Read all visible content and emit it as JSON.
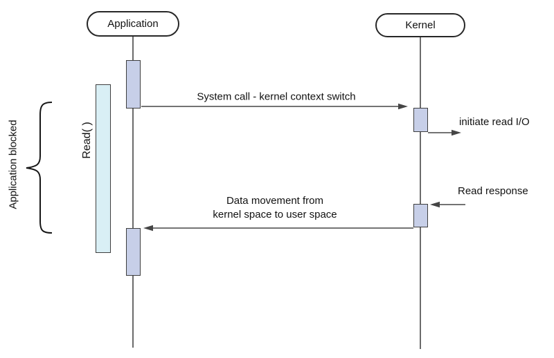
{
  "diagram": {
    "title_implied": "",
    "lifelines": [
      {
        "name": "Application"
      },
      {
        "name": "Kernel"
      }
    ],
    "messages": [
      {
        "label": "System call - kernel context switch",
        "from": "Application",
        "to": "Kernel",
        "direction": "right"
      },
      {
        "label": "initiate read I/O",
        "from": "Kernel",
        "to": "external",
        "direction": "right"
      },
      {
        "label": "Read response",
        "from": "external",
        "to": "Kernel",
        "direction": "left"
      },
      {
        "label": "Data movement from\nkernel space to user space",
        "from": "Kernel",
        "to": "Application",
        "direction": "left"
      }
    ],
    "annotations": {
      "read_call": "Read( )",
      "blocked": "Application blocked"
    },
    "colors": {
      "activation_fill": "#c7cfe8",
      "activation_border": "#3d3d3d",
      "read_fill": "#d9eff5",
      "read_border": "#3d3d3d",
      "line": "#454545",
      "ink": "#111111",
      "bg": "#ffffff"
    }
  }
}
